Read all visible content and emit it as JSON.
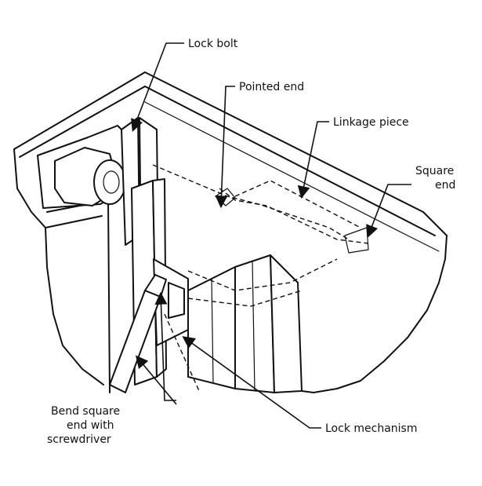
{
  "labels": {
    "lock_bolt": "Lock bolt",
    "pointed_end": "Pointed end",
    "linkage_piece": "Linkage piece",
    "square_end_1": "Square",
    "square_end_2": "end",
    "bend_1": "Bend square",
    "bend_2": "end with",
    "bend_3": "screwdriver",
    "lock_mechanism": "Lock mechanism"
  }
}
